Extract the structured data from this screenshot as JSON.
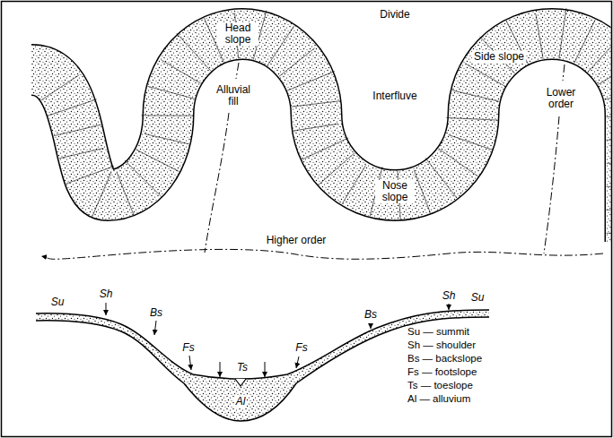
{
  "diagram": {
    "labels": [
      "Divide",
      "Head slope",
      "Interfluve",
      "Side slope",
      "Alluvial fill",
      "Nose slope",
      "Lower order",
      "Higher order",
      "Su",
      "Sh",
      "Bs",
      "Fs",
      "Ts",
      "Al",
      "Fs",
      "Bs",
      "Sh",
      "Su",
      "Su — summit",
      "Sh — shoulder",
      "Bs — backslope",
      "Fs — footslope",
      "Ts — toeslope",
      "Al — alluvium"
    ]
  }
}
